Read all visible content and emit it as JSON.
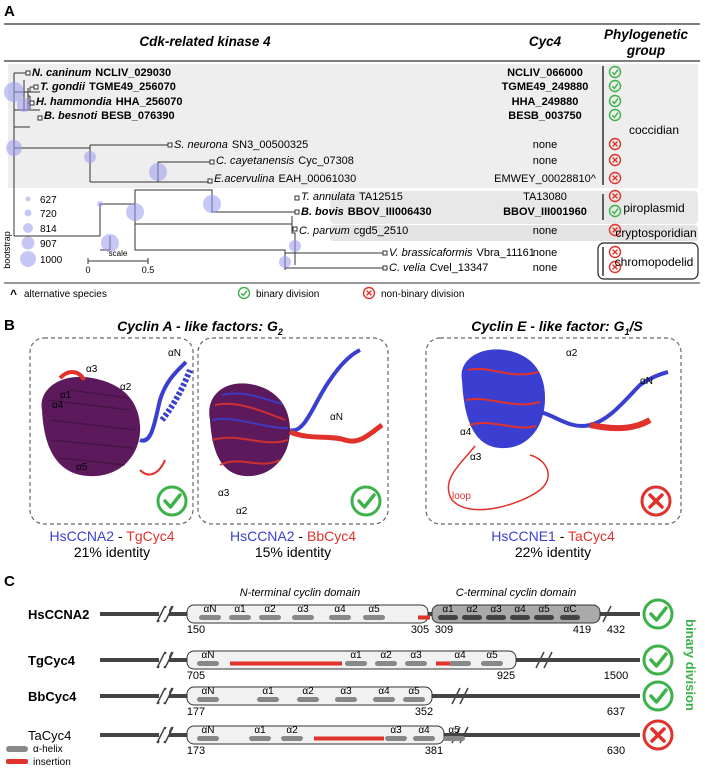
{
  "panelA": {
    "label": "A",
    "header_cdk": "Cdk-related kinase 4",
    "header_cyc4": "Cyc4",
    "header_phylo_1": "Phylogenetic",
    "header_phylo_2": "group",
    "rows": [
      {
        "species": "N. caninum",
        "gene": "NCLIV_029030",
        "cyc4": "NCLIV_066000",
        "bold": true,
        "status": "binary"
      },
      {
        "species": "T. gondii",
        "gene": "TGME49_256070",
        "cyc4": "TGME49_249880",
        "bold": true,
        "status": "binary"
      },
      {
        "species": "H. hammondia",
        "gene": "HHA_256070",
        "cyc4": "HHA_249880",
        "bold": true,
        "status": "binary"
      },
      {
        "species": "B. besnoti",
        "gene": "BESB_076390",
        "cyc4": "BESB_003750",
        "bold": true,
        "status": "binary"
      },
      {
        "species": "S. neurona",
        "gene": "SN3_00500325",
        "cyc4": "none",
        "bold": false,
        "status": "non-binary"
      },
      {
        "species": "C. cayetanensis",
        "gene": "Cyc_07308",
        "cyc4": "none",
        "bold": false,
        "status": "non-binary"
      },
      {
        "species": "E.acervulina",
        "gene": "EAH_00061030",
        "cyc4": "EMWEY_00028810^",
        "bold": false,
        "status": "non-binary"
      },
      {
        "species": "T. annulata",
        "gene": "TA12515",
        "cyc4": "TA13080",
        "bold": false,
        "status": "non-binary"
      },
      {
        "species": "B. bovis",
        "gene": "BBOV_III006430",
        "cyc4": "BBOV_III001960",
        "bold": true,
        "status": "binary"
      },
      {
        "species": "C. parvum",
        "gene": "cgd5_2510",
        "cyc4": "none",
        "bold": false,
        "status": "non-binary"
      },
      {
        "species": "V. brassicaformis",
        "gene": "Vbra_11161",
        "cyc4": "none",
        "bold": false,
        "status": "non-binary"
      },
      {
        "species": "C. velia",
        "gene": "Cvel_13347",
        "cyc4": "none",
        "bold": false,
        "status": "non-binary"
      }
    ],
    "groups": [
      "coccidian",
      "piroplasmid",
      "cryptosporidian",
      "chromopodelid"
    ],
    "bootstrap_label": "bootstrap",
    "bootstrap_values": [
      "627",
      "720",
      "814",
      "907",
      "1000"
    ],
    "scale_label": "scale",
    "scale_ticks": [
      "0",
      "0.5"
    ],
    "legend": {
      "alt_symbol": "^",
      "alt": "alternative species",
      "binary": "binary division",
      "nonbinary": "non-binary division"
    }
  },
  "panelB": {
    "label": "B",
    "title_left": "Cyclin A - like factors: G",
    "title_left_sub": "2",
    "title_right": "Cyclin E - like factor: G",
    "title_right_sub": "1",
    "title_right_tail": "/S",
    "structures": [
      {
        "human": "HsCCNA2",
        "sep": " - ",
        "parasite": "TgCyc4",
        "identity": "21% identity",
        "status": "binary",
        "labels": [
          "αN",
          "α1",
          "α2",
          "α3",
          "α4",
          "α5"
        ]
      },
      {
        "human": "HsCCNA2",
        "sep": " - ",
        "parasite": "BbCyc4",
        "identity": "15% identity",
        "status": "binary",
        "labels": [
          "αN",
          "α2",
          "α3"
        ]
      },
      {
        "human": "HsCCNE1",
        "sep": " - ",
        "parasite": "TaCyc4",
        "identity": "22% identity",
        "status": "non-binary",
        "labels": [
          "αN",
          "α2",
          "α3",
          "α4",
          "loop"
        ]
      }
    ],
    "colors": {
      "human": "#3a3fd1",
      "parasite": "#e0322b",
      "core": "#5c1a5c"
    }
  },
  "panelC": {
    "label": "C",
    "nterm_title": "N-terminal cyclin domain",
    "cterm_title": "C-terminal cyclin domain",
    "side_label": "binary division",
    "proteins": [
      {
        "name": "HsCCNA2",
        "bold": true,
        "status": "binary",
        "helices": [
          "αN",
          "α1",
          "α2",
          "α3",
          "α4",
          "α5"
        ],
        "c_helices": [
          "α1",
          "α2",
          "α3",
          "α4",
          "α5",
          "αC"
        ],
        "numbers": [
          "150",
          "305",
          "309",
          "419",
          "432"
        ]
      },
      {
        "name": "TgCyc4",
        "bold": true,
        "status": "binary",
        "helices": [
          "αN",
          "α1",
          "α2",
          "α3",
          "α4",
          "α5"
        ],
        "numbers": [
          "705",
          "925",
          "1500"
        ]
      },
      {
        "name": "BbCyc4",
        "bold": true,
        "status": "binary",
        "helices": [
          "αN",
          "α1",
          "α2",
          "α3",
          "α4",
          "α5"
        ],
        "numbers": [
          "177",
          "352",
          "637"
        ]
      },
      {
        "name": "TaCyc4",
        "bold": false,
        "status": "non-binary",
        "helices": [
          "αN",
          "α1",
          "α2",
          "α3",
          "α4",
          "α5"
        ],
        "numbers": [
          "173",
          "381",
          "630"
        ]
      }
    ],
    "legend": {
      "helix": "α-helix",
      "insertion": "insertion"
    },
    "colors": {
      "green": "#3db24a",
      "red": "#e0322b",
      "helix": "#888888",
      "insertion": "#e0322b"
    }
  }
}
